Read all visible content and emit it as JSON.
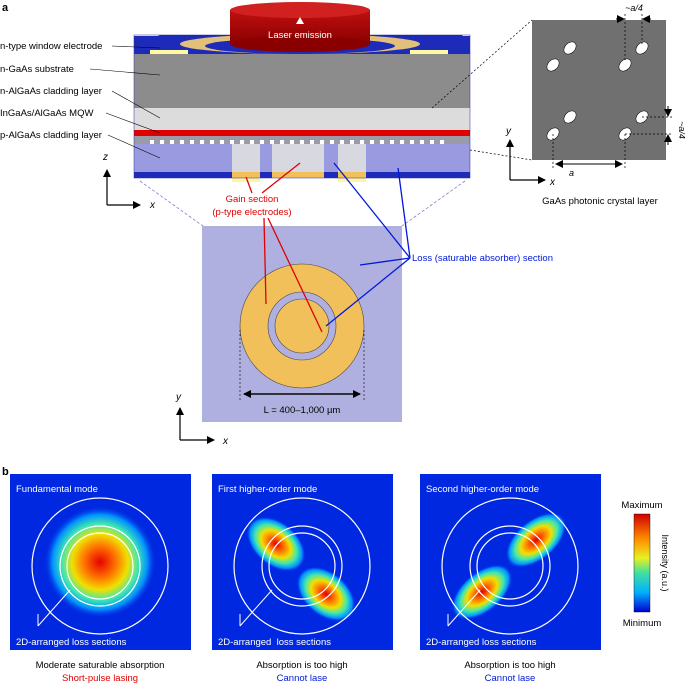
{
  "panel_a": {
    "letter": "a",
    "laser_emission": "Laser emission",
    "layer_labels": [
      "n-type window electrode",
      "n-GaAs substrate",
      "n-AlGaAs cladding layer",
      "InGaAs/AlGaAs MQW",
      "p-AlGaAs cladding layer"
    ],
    "axis_z": "z",
    "axis_x": "x",
    "axis_y": "y",
    "gain_section": [
      "Gain section",
      "(p-type electrodes)"
    ],
    "loss_section": "Loss (saturable absorber) section",
    "dimension_L": "L = 400–1,000 µm",
    "pc_a_quarter_top": "~a/4",
    "pc_a_quarter_side": "~a/4",
    "pc_a": "a",
    "pc_caption": "GaAs photonic crystal layer",
    "colors": {
      "gain_color": "#e00000",
      "loss_color": "#0018d8",
      "electrode_color": "#f2c05a",
      "mqw_color": "#e00000",
      "cladding_blue": "#9a9ae0"
    }
  },
  "panel_b": {
    "letter": "b",
    "modes": [
      {
        "title": "Fundamental mode",
        "loss_label": "2D-arranged loss sections",
        "outcome": "Moderate saturable absorption",
        "result": "Short-pulse lasing",
        "result_color": "#e00000"
      },
      {
        "title": "First higher-order mode",
        "loss_label": "2D-arranged  loss sections",
        "outcome": "Absorption is too high",
        "result": "Cannot lase",
        "result_color": "#0018d8"
      },
      {
        "title": "Second higher-order mode",
        "loss_label": "2D-arranged loss sections",
        "outcome": "Absorption is too high",
        "result": "Cannot lase",
        "result_color": "#0018d8"
      }
    ],
    "colorbar": {
      "max_label": "Maximum",
      "min_label": "Minimum",
      "axis_label": "Intensity (a.u.)"
    }
  }
}
